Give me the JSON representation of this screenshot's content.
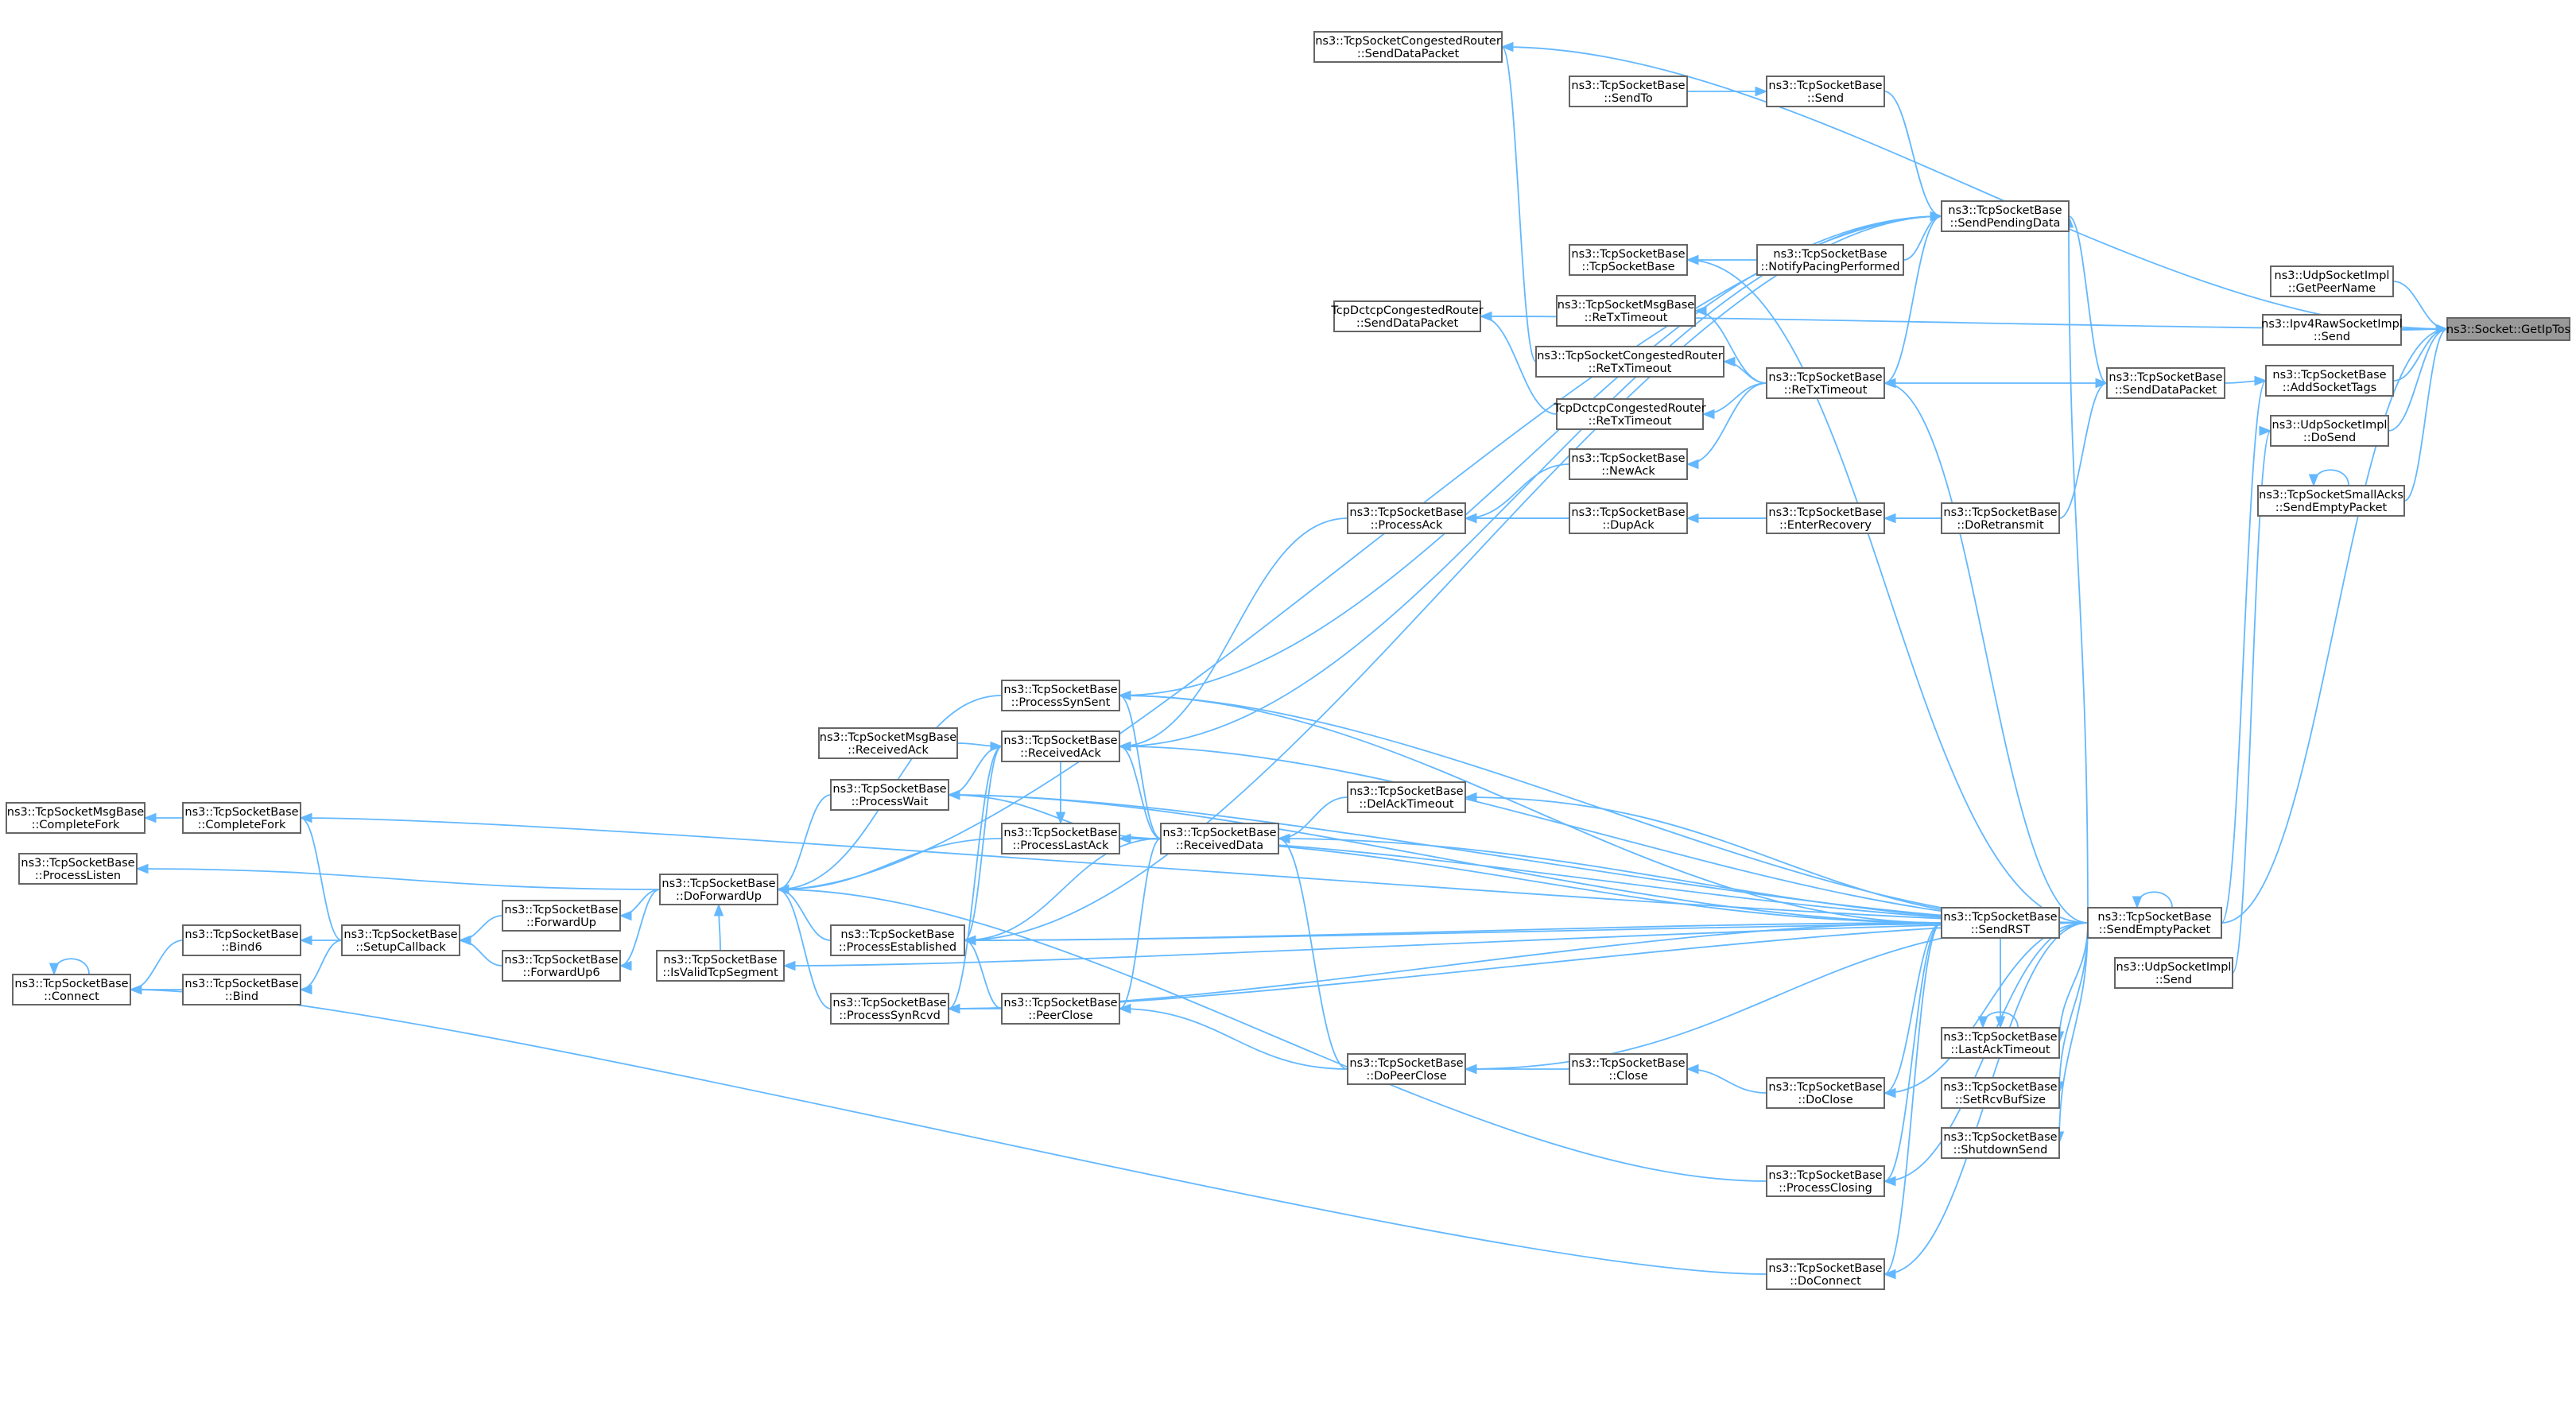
{
  "graph": {
    "edge_color": "#63b8ff",
    "node_border": "#666666",
    "focus_fill": "#999999",
    "focus": "getiptos",
    "nodes": [
      {
        "id": "getiptos",
        "l1": "ns3::Socket::GetIpTos",
        "l2": ""
      },
      {
        "id": "udp_getpeer",
        "l1": "ns3::UdpSocketImpl",
        "l2": "::GetPeerName"
      },
      {
        "id": "ipv4raw_send",
        "l1": "ns3::Ipv4RawSocketImpl",
        "l2": "::Send"
      },
      {
        "id": "addsockettags",
        "l1": "ns3::TcpSocketBase",
        "l2": "::AddSocketTags"
      },
      {
        "id": "udp_dosend",
        "l1": "ns3::UdpSocketImpl",
        "l2": "::DoSend"
      },
      {
        "id": "smallacks_sendempty",
        "l1": "ns3::TcpSocketSmallAcks",
        "l2": "::SendEmptyPacket"
      },
      {
        "id": "congrouter_senddata",
        "l1": "ns3::TcpSocketCongestedRouter",
        "l2": "::SendDataPacket"
      },
      {
        "id": "sendto",
        "l1": "ns3::TcpSocketBase",
        "l2": "::SendTo"
      },
      {
        "id": "send",
        "l1": "ns3::TcpSocketBase",
        "l2": "::Send"
      },
      {
        "id": "sendpending",
        "l1": "ns3::TcpSocketBase",
        "l2": "::SendPendingData"
      },
      {
        "id": "tcpsocketbase_ctor",
        "l1": "ns3::TcpSocketBase",
        "l2": "::TcpSocketBase"
      },
      {
        "id": "notifypacing",
        "l1": "ns3::TcpSocketBase",
        "l2": "::NotifyPacingPerformed"
      },
      {
        "id": "dctcp_senddata",
        "l1": "TcpDctcpCongestedRouter",
        "l2": "::SendDataPacket"
      },
      {
        "id": "msgbase_retx",
        "l1": "ns3::TcpSocketMsgBase",
        "l2": "::ReTxTimeout"
      },
      {
        "id": "congrouter_retx",
        "l1": "ns3::TcpSocketCongestedRouter",
        "l2": "::ReTxTimeout"
      },
      {
        "id": "retx",
        "l1": "ns3::TcpSocketBase",
        "l2": "::ReTxTimeout"
      },
      {
        "id": "senddatapacket",
        "l1": "ns3::TcpSocketBase",
        "l2": "::SendDataPacket"
      },
      {
        "id": "dctcp_retx",
        "l1": "TcpDctcpCongestedRouter",
        "l2": "::ReTxTimeout"
      },
      {
        "id": "newack",
        "l1": "ns3::TcpSocketBase",
        "l2": "::NewAck"
      },
      {
        "id": "processack",
        "l1": "ns3::TcpSocketBase",
        "l2": "::ProcessAck"
      },
      {
        "id": "dupack",
        "l1": "ns3::TcpSocketBase",
        "l2": "::DupAck"
      },
      {
        "id": "enterrecovery",
        "l1": "ns3::TcpSocketBase",
        "l2": "::EnterRecovery"
      },
      {
        "id": "doretransmit",
        "l1": "ns3::TcpSocketBase",
        "l2": "::DoRetransmit"
      },
      {
        "id": "processsynsent",
        "l1": "ns3::TcpSocketBase",
        "l2": "::ProcessSynSent"
      },
      {
        "id": "msgbase_receivedack",
        "l1": "ns3::TcpSocketMsgBase",
        "l2": "::ReceivedAck"
      },
      {
        "id": "receivedack",
        "l1": "ns3::TcpSocketBase",
        "l2": "::ReceivedAck"
      },
      {
        "id": "processwait",
        "l1": "ns3::TcpSocketBase",
        "l2": "::ProcessWait"
      },
      {
        "id": "delacktimeout",
        "l1": "ns3::TcpSocketBase",
        "l2": "::DelAckTimeout"
      },
      {
        "id": "msgbase_completefork",
        "l1": "ns3::TcpSocketMsgBase",
        "l2": "::CompleteFork"
      },
      {
        "id": "completefork",
        "l1": "ns3::TcpSocketBase",
        "l2": "::CompleteFork"
      },
      {
        "id": "processlastack",
        "l1": "ns3::TcpSocketBase",
        "l2": "::ProcessLastAck"
      },
      {
        "id": "receiveddata",
        "l1": "ns3::TcpSocketBase",
        "l2": "::ReceivedData"
      },
      {
        "id": "processlisten",
        "l1": "ns3::TcpSocketBase",
        "l2": "::ProcessListen"
      },
      {
        "id": "doforwardup",
        "l1": "ns3::TcpSocketBase",
        "l2": "::DoForwardUp"
      },
      {
        "id": "forwardup",
        "l1": "ns3::TcpSocketBase",
        "l2": "::ForwardUp"
      },
      {
        "id": "sendrst",
        "l1": "ns3::TcpSocketBase",
        "l2": "::SendRST"
      },
      {
        "id": "sendempty",
        "l1": "ns3::TcpSocketBase",
        "l2": "::SendEmptyPacket"
      },
      {
        "id": "bind6",
        "l1": "ns3::TcpSocketBase",
        "l2": "::Bind6"
      },
      {
        "id": "setupcallback",
        "l1": "ns3::TcpSocketBase",
        "l2": "::SetupCallback"
      },
      {
        "id": "processestablished",
        "l1": "ns3::TcpSocketBase",
        "l2": "::ProcessEstablished"
      },
      {
        "id": "connect",
        "l1": "ns3::TcpSocketBase",
        "l2": "::Connect"
      },
      {
        "id": "bind",
        "l1": "ns3::TcpSocketBase",
        "l2": "::Bind"
      },
      {
        "id": "forwardup6",
        "l1": "ns3::TcpSocketBase",
        "l2": "::ForwardUp6"
      },
      {
        "id": "isvalid",
        "l1": "ns3::TcpSocketBase",
        "l2": "::IsValidTcpSegment"
      },
      {
        "id": "udp_send",
        "l1": "ns3::UdpSocketImpl",
        "l2": "::Send"
      },
      {
        "id": "processsynrcvd",
        "l1": "ns3::TcpSocketBase",
        "l2": "::ProcessSynRcvd"
      },
      {
        "id": "peerclose",
        "l1": "ns3::TcpSocketBase",
        "l2": "::PeerClose"
      },
      {
        "id": "lastacktimeout",
        "l1": "ns3::TcpSocketBase",
        "l2": "::LastAckTimeout"
      },
      {
        "id": "close",
        "l1": "ns3::TcpSocketBase",
        "l2": "::Close"
      },
      {
        "id": "dopeerclose",
        "l1": "ns3::TcpSocketBase",
        "l2": "::DoPeerClose"
      },
      {
        "id": "setrcvbufsize",
        "l1": "ns3::TcpSocketBase",
        "l2": "::SetRcvBufSize"
      },
      {
        "id": "doclose",
        "l1": "ns3::TcpSocketBase",
        "l2": "::DoClose"
      },
      {
        "id": "shutdownsend",
        "l1": "ns3::TcpSocketBase",
        "l2": "::ShutdownSend"
      },
      {
        "id": "processclosing",
        "l1": "ns3::TcpSocketBase",
        "l2": "::ProcessClosing"
      },
      {
        "id": "doconnect",
        "l1": "ns3::TcpSocketBase",
        "l2": "::DoConnect"
      }
    ],
    "edges": [
      [
        "congrouter_senddata",
        "getiptos"
      ],
      [
        "udp_getpeer",
        "getiptos"
      ],
      [
        "ipv4raw_send",
        "getiptos"
      ],
      [
        "addsockettags",
        "getiptos"
      ],
      [
        "udp_dosend",
        "getiptos"
      ],
      [
        "smallacks_sendempty",
        "getiptos"
      ],
      [
        "smallacks_sendempty",
        "smallacks_sendempty"
      ],
      [
        "dctcp_senddata",
        "getiptos"
      ],
      [
        "sendempty",
        "getiptos"
      ],
      [
        "senddatapacket",
        "addsockettags"
      ],
      [
        "sendempty",
        "addsockettags"
      ],
      [
        "udp_send",
        "udp_dosend"
      ],
      [
        "sendto",
        "send"
      ],
      [
        "send",
        "sendpending"
      ],
      [
        "notifypacing",
        "sendpending"
      ],
      [
        "retx",
        "sendpending"
      ],
      [
        "sendpending",
        "senddatapacket"
      ],
      [
        "doretransmit",
        "senddatapacket"
      ],
      [
        "senddatapacket",
        "retx"
      ],
      [
        "notifypacing",
        "tcpsocketbase_ctor"
      ],
      [
        "retx",
        "msgbase_retx"
      ],
      [
        "retx",
        "congrouter_retx"
      ],
      [
        "retx",
        "dctcp_retx"
      ],
      [
        "retx",
        "newack"
      ],
      [
        "congrouter_retx",
        "congrouter_senddata"
      ],
      [
        "dctcp_retx",
        "dctcp_senddata"
      ],
      [
        "newack",
        "processack"
      ],
      [
        "dupack",
        "processack"
      ],
      [
        "enterrecovery",
        "dupack"
      ],
      [
        "doretransmit",
        "enterrecovery"
      ],
      [
        "doretransmit",
        "processack"
      ],
      [
        "processack",
        "receivedack"
      ],
      [
        "msgbase_receivedack",
        "receivedack"
      ],
      [
        "receivedack",
        "processwait"
      ],
      [
        "receivedack",
        "processestablished"
      ],
      [
        "receivedack",
        "processsynrcvd"
      ],
      [
        "receivedack",
        "processlastack"
      ],
      [
        "receiveddata",
        "receivedack"
      ],
      [
        "receiveddata",
        "processsynsent"
      ],
      [
        "receiveddata",
        "processwait"
      ],
      [
        "receiveddata",
        "processlastack"
      ],
      [
        "receiveddata",
        "processestablished"
      ],
      [
        "receiveddata",
        "peerclose"
      ],
      [
        "delacktimeout",
        "receiveddata"
      ],
      [
        "dopeerclose",
        "receiveddata"
      ],
      [
        "processwait",
        "doforwardup"
      ],
      [
        "processlastack",
        "doforwardup"
      ],
      [
        "processsynsent",
        "doforwardup"
      ],
      [
        "processestablished",
        "doforwardup"
      ],
      [
        "processsynrcvd",
        "doforwardup"
      ],
      [
        "doforwardup",
        "forwardup"
      ],
      [
        "doforwardup",
        "forwardup6"
      ],
      [
        "doforwardup",
        "processlisten"
      ],
      [
        "forwardup",
        "setupcallback"
      ],
      [
        "forwardup6",
        "setupcallback"
      ],
      [
        "setupcallback",
        "completefork"
      ],
      [
        "setupcallback",
        "bind6"
      ],
      [
        "setupcallback",
        "bind"
      ],
      [
        "completefork",
        "msgbase_completefork"
      ],
      [
        "bind6",
        "connect"
      ],
      [
        "bind",
        "connect"
      ],
      [
        "connect",
        "connect"
      ],
      [
        "isvalid",
        "doforwardup"
      ],
      [
        "peerclose",
        "processestablished"
      ],
      [
        "peerclose",
        "processsynrcvd"
      ],
      [
        "dopeerclose",
        "peerclose"
      ],
      [
        "close",
        "dopeerclose"
      ],
      [
        "doclose",
        "close"
      ],
      [
        "sendrst",
        "doclose"
      ],
      [
        "sendrst",
        "processsynsent"
      ],
      [
        "sendrst",
        "processwait"
      ],
      [
        "sendrst",
        "processlastack"
      ],
      [
        "sendrst",
        "processestablished"
      ],
      [
        "sendrst",
        "processsynrcvd"
      ],
      [
        "sendrst",
        "processclosing"
      ],
      [
        "sendrst",
        "doconnect"
      ],
      [
        "sendrst",
        "lastacktimeout"
      ],
      [
        "sendempty",
        "sendrst"
      ],
      [
        "sendempty",
        "sendempty"
      ],
      [
        "sendempty",
        "sendpending"
      ],
      [
        "sendempty",
        "retx"
      ],
      [
        "sendempty",
        "processsynsent"
      ],
      [
        "sendempty",
        "receivedack"
      ],
      [
        "sendempty",
        "processwait"
      ],
      [
        "sendempty",
        "delacktimeout"
      ],
      [
        "sendempty",
        "receiveddata"
      ],
      [
        "sendempty",
        "processlastack"
      ],
      [
        "sendempty",
        "processestablished"
      ],
      [
        "sendempty",
        "processsynrcvd"
      ],
      [
        "sendempty",
        "lastacktimeout"
      ],
      [
        "sendempty",
        "setrcvbufsize"
      ],
      [
        "sendempty",
        "shutdownsend"
      ],
      [
        "sendempty",
        "doclose"
      ],
      [
        "sendempty",
        "dopeerclose"
      ],
      [
        "sendempty",
        "processclosing"
      ],
      [
        "sendempty",
        "doconnect"
      ],
      [
        "sendempty",
        "completefork"
      ],
      [
        "sendempty",
        "isvalid"
      ],
      [
        "sendempty",
        "tcpsocketbase_ctor"
      ],
      [
        "lastacktimeout",
        "lastacktimeout"
      ],
      [
        "processclosing",
        "doforwardup"
      ],
      [
        "doconnect",
        "connect"
      ],
      [
        "sendpending",
        "doforwardup"
      ],
      [
        "sendpending",
        "processestablished"
      ],
      [
        "sendpending",
        "processsynsent"
      ],
      [
        "sendpending",
        "receivedack"
      ]
    ]
  }
}
